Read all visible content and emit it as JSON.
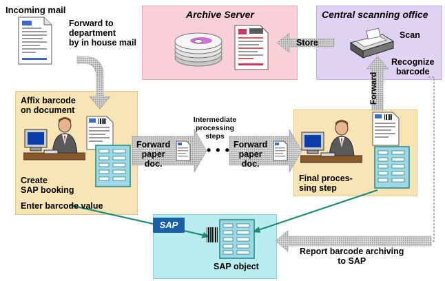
{
  "incoming_mail": {
    "title": "Incoming mail",
    "forward_text": [
      "Forward to",
      "department",
      "by in house mail"
    ]
  },
  "archive_server": {
    "title": "Archive Server"
  },
  "central_scanning": {
    "title": "Central scanning office",
    "scan_label": "Scan",
    "recognize_label": [
      "Recognize",
      "barcode"
    ]
  },
  "store_arrow": {
    "label": "Store"
  },
  "forward_up_arrow": {
    "label": "Forward"
  },
  "left_box": {
    "affix_label": [
      "Affix barcode",
      "on document"
    ],
    "create_label": [
      "Create",
      "SAP booking"
    ],
    "enter_label": "Enter barcode value"
  },
  "forward_arrow_1": {
    "label": [
      "Forward",
      "paper",
      "doc."
    ]
  },
  "intermediate": {
    "label": [
      "Intermediate",
      "processing",
      "steps"
    ],
    "dots": "• • •"
  },
  "forward_arrow_2": {
    "label": [
      "Forward",
      "paper",
      "doc."
    ]
  },
  "final_box": {
    "label": [
      "Final proces-",
      "sing step"
    ]
  },
  "sap_box": {
    "logo_text": "SAP",
    "object_label": "SAP object"
  },
  "report_arrow": {
    "label": [
      "Report barcode archiving",
      "to SAP"
    ]
  },
  "colors": {
    "archive_bg": "#f9cfd8",
    "scanning_bg": "#e0d2f3",
    "process_bg": "#f8e4b4",
    "sap_bg": "#b9ecee",
    "arrow_gray": "#b0b0b0",
    "teal_line": "#1e8c74",
    "form_blue": "#9fd6ea"
  }
}
